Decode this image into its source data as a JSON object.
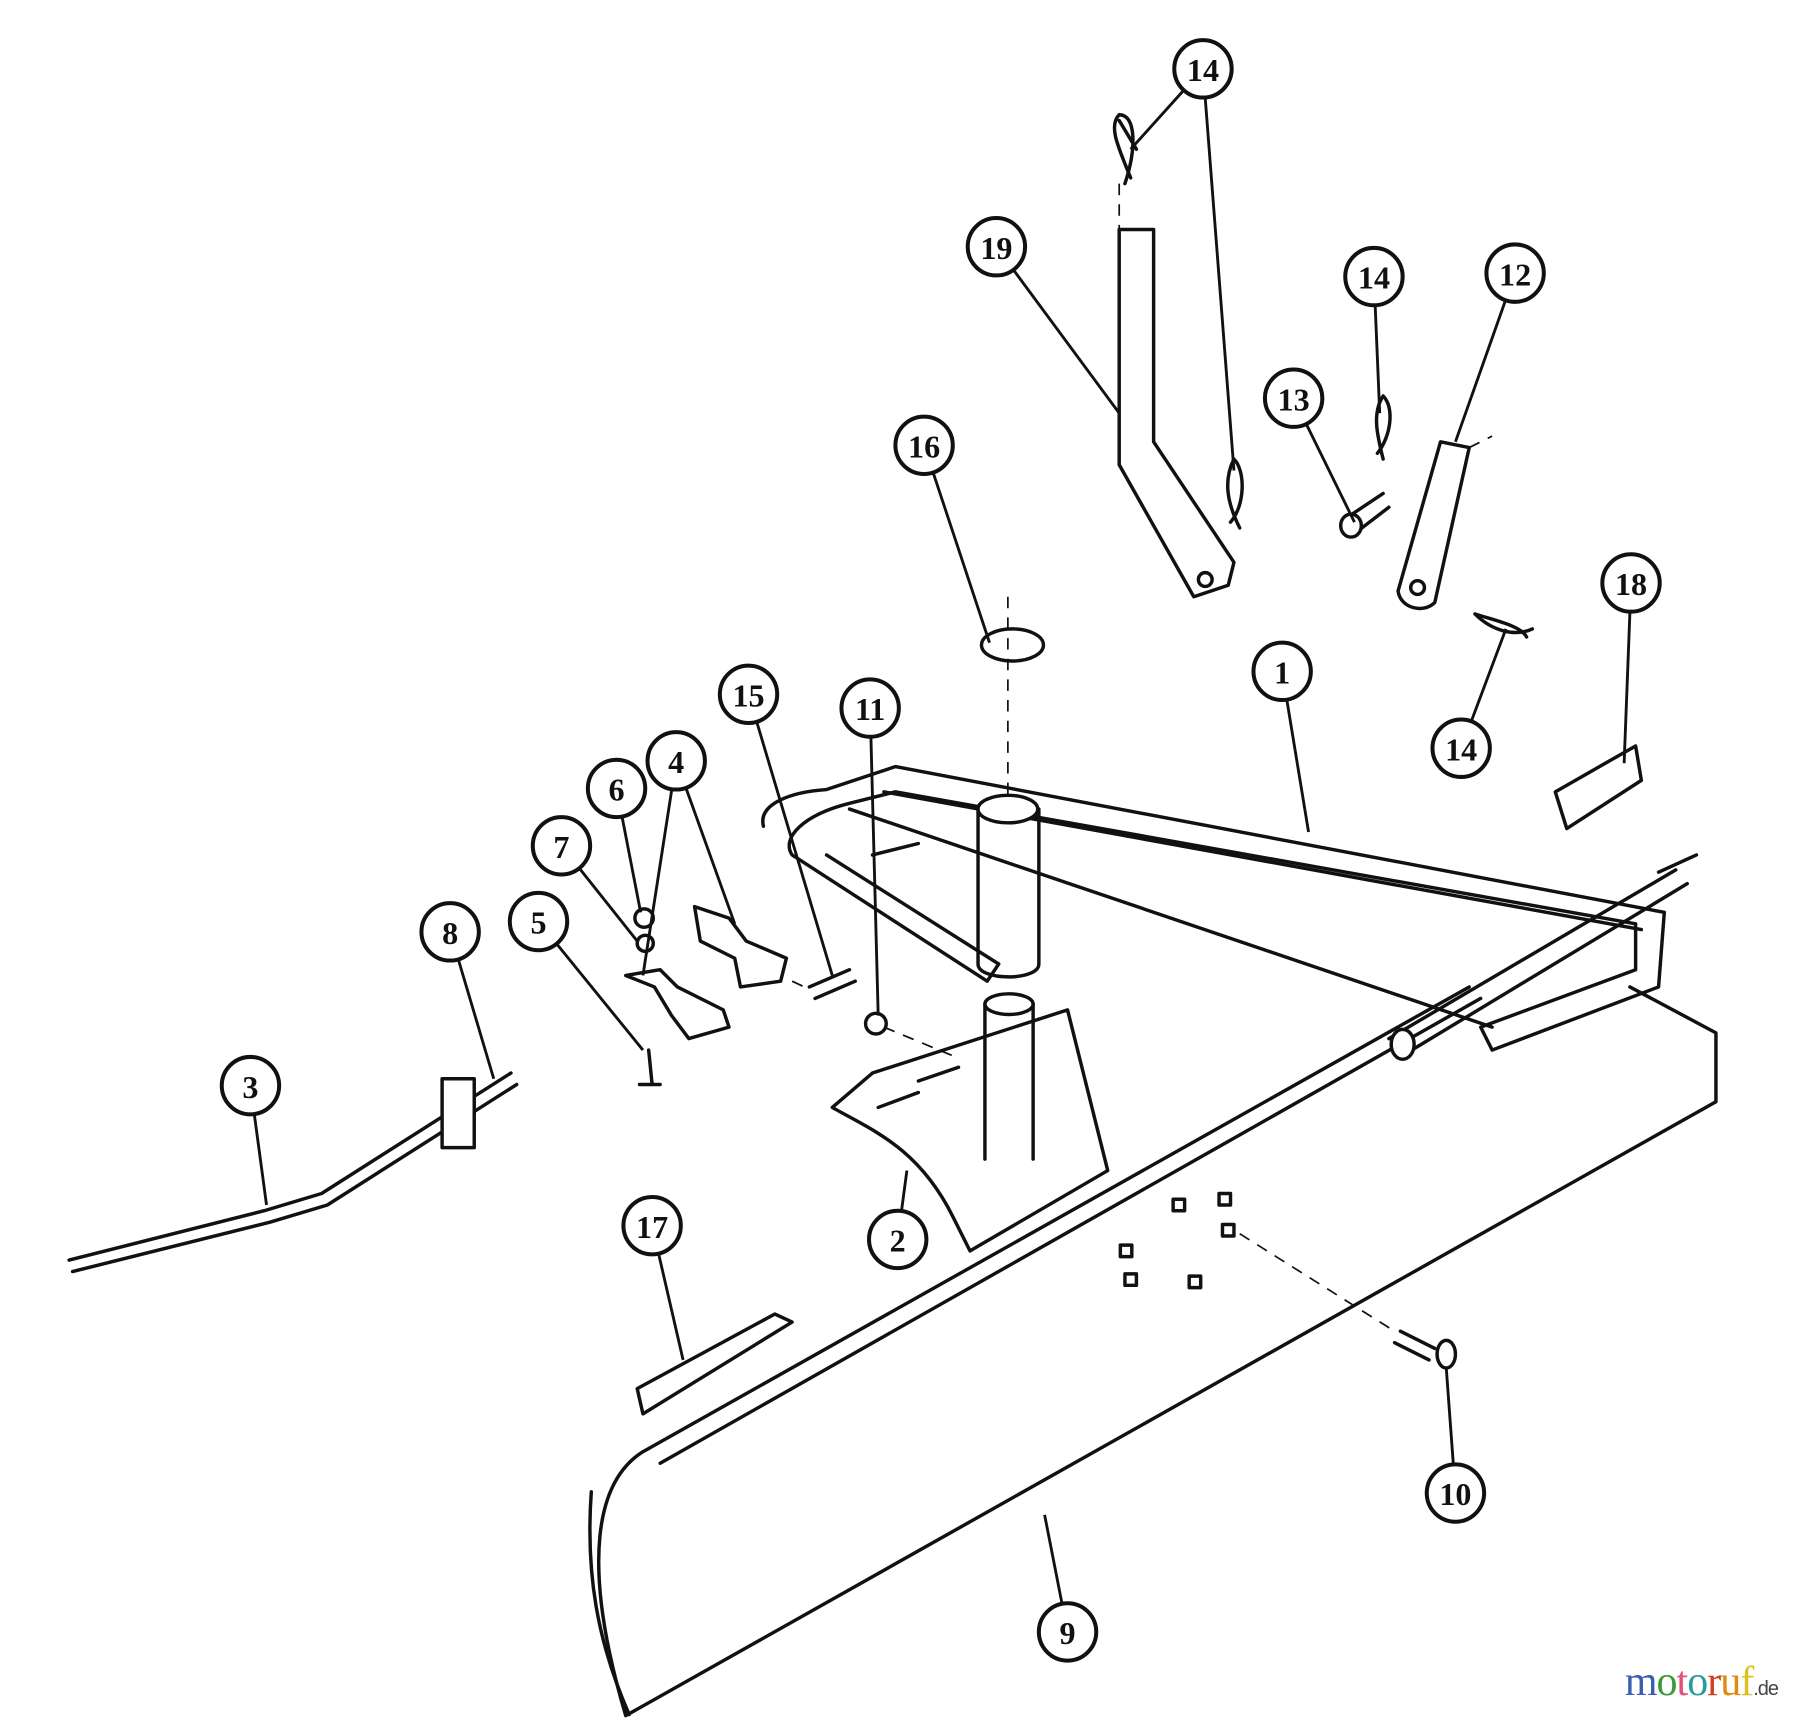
{
  "diagram": {
    "callouts": [
      "14",
      "19",
      "14",
      "12",
      "13",
      "16",
      "18",
      "1",
      "14",
      "15",
      "11",
      "6",
      "4",
      "7",
      "8",
      "5",
      "3",
      "2",
      "17",
      "10",
      "9"
    ]
  },
  "watermark": {
    "text": "motoruf",
    "suffix": ".de",
    "letter_colors": [
      "#3a5fb0",
      "#3a9a3a",
      "#e0507a",
      "#2a9a9a",
      "#d04020",
      "#e08a10",
      "#e0c020"
    ]
  }
}
